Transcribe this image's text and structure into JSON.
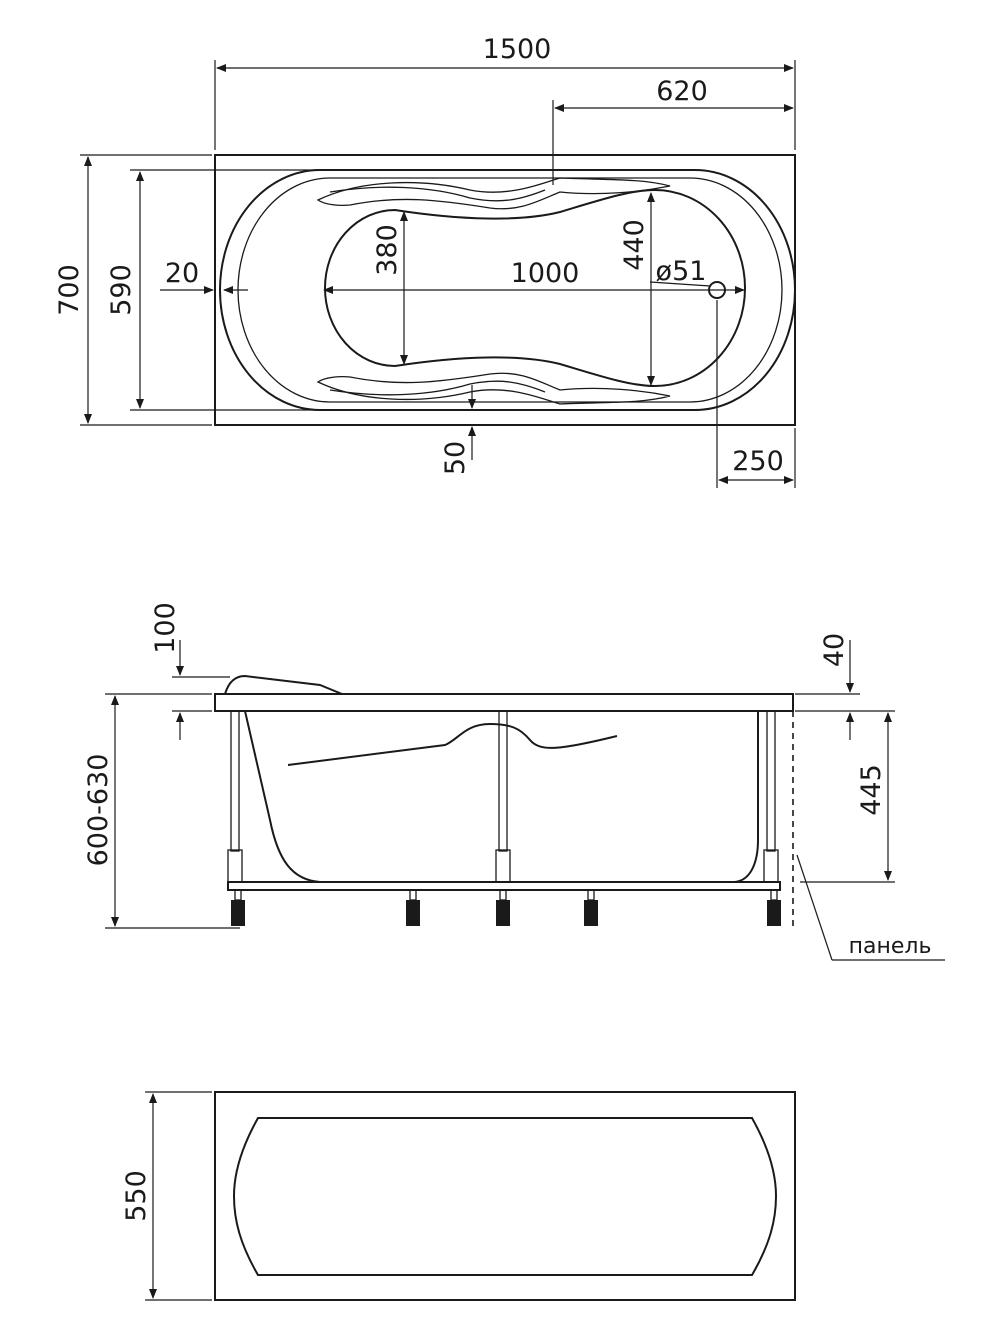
{
  "top_view": {
    "overall_length": "1500",
    "drain_offset": "620",
    "overall_width": "700",
    "inner_width": "590",
    "rim_gap": "20",
    "bottom_width": "380",
    "bottom_length": "1000",
    "inner_depth_width": "440",
    "drain_diameter": "ø51",
    "side_offset": "50",
    "drain_end_offset": "250"
  },
  "side_view": {
    "headrest_height": "100",
    "rim_thickness": "40",
    "total_height": "600-630",
    "tub_depth": "445",
    "panel_label": "панель"
  },
  "panel_view": {
    "panel_height": "550"
  }
}
